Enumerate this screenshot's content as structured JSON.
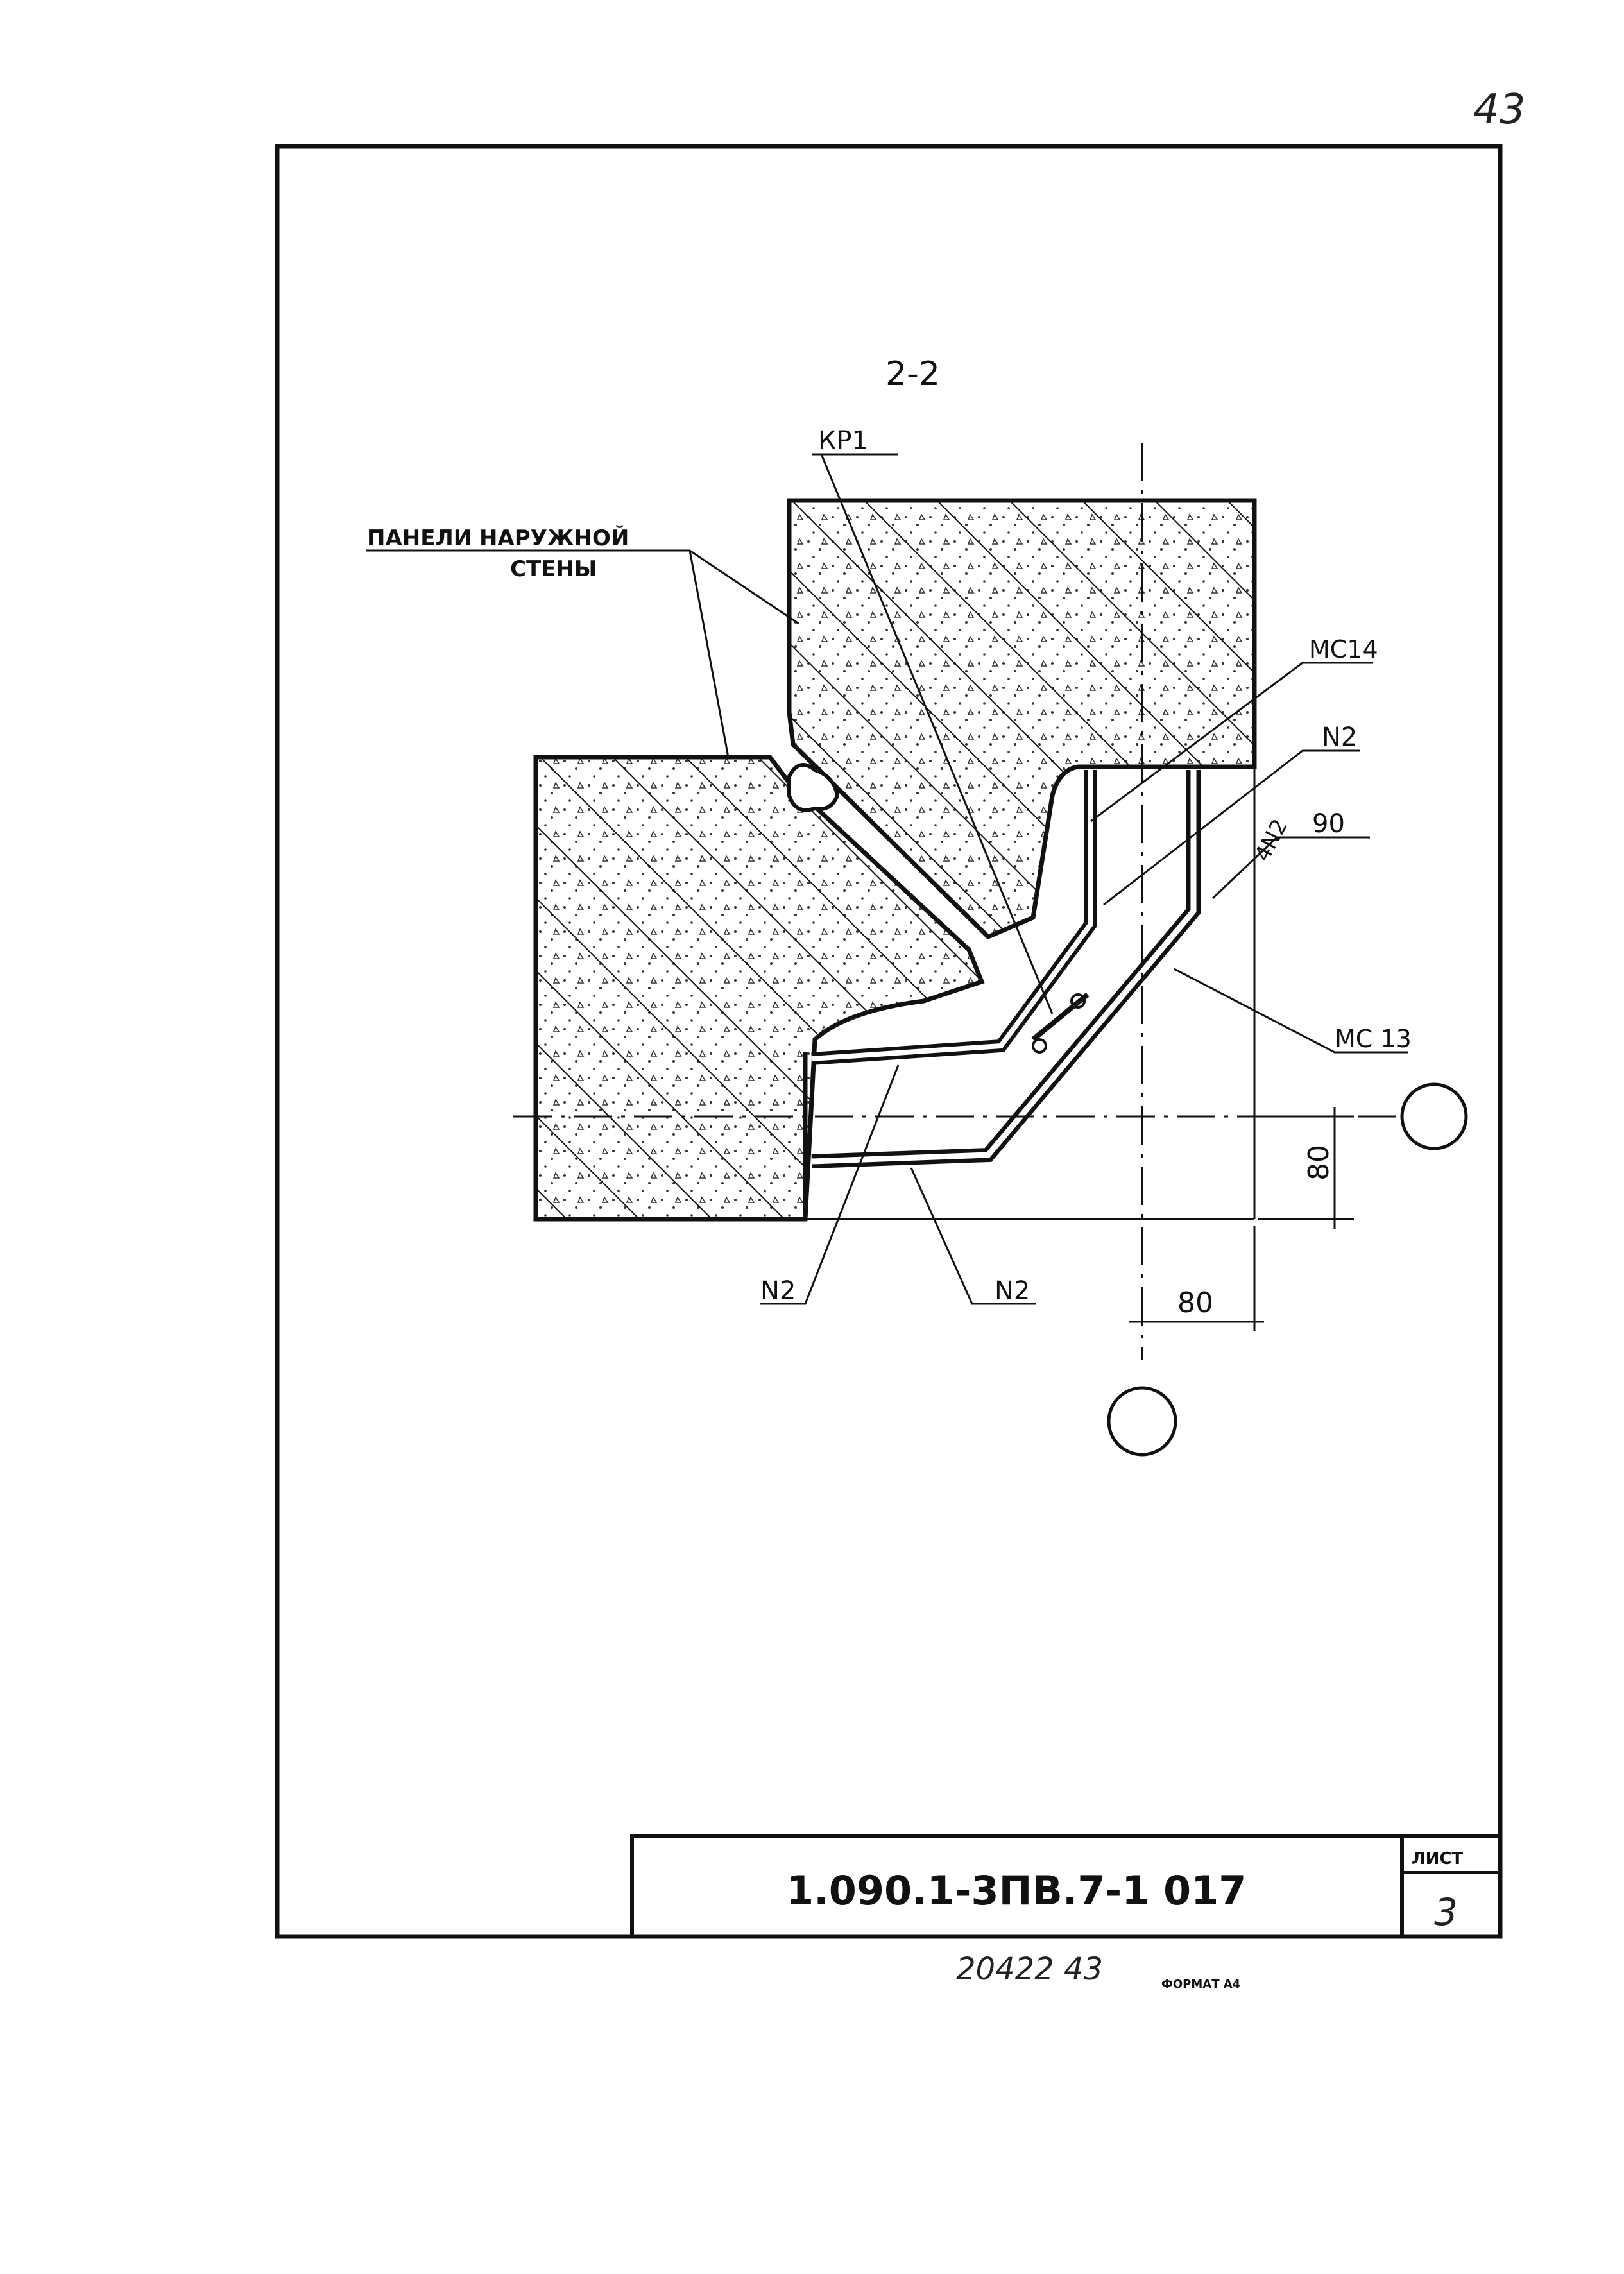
{
  "page_number": "43",
  "section_title": "2-2",
  "labels": {
    "panels_line1": "ПАНЕЛИ НАРУЖНОЙ",
    "panels_line2": "СТЕНЫ",
    "kr1": "КР1",
    "mc14": "МС14",
    "n2_top": "N2",
    "n2_90_a": "4N2",
    "n2_90_b": "90",
    "mc13": "МС 13",
    "n2_bottom_left": "N2",
    "n2_bottom_right": "N2"
  },
  "dimensions": {
    "vertical": "80",
    "horizontal": "80"
  },
  "title_block": {
    "code": "1.090.1-3ПВ.7-1    017",
    "sheet_label": "ЛИСТ",
    "sheet_number": "3"
  },
  "footer": {
    "inventory": "20422  43",
    "format": "ФОРМАТ А4"
  }
}
